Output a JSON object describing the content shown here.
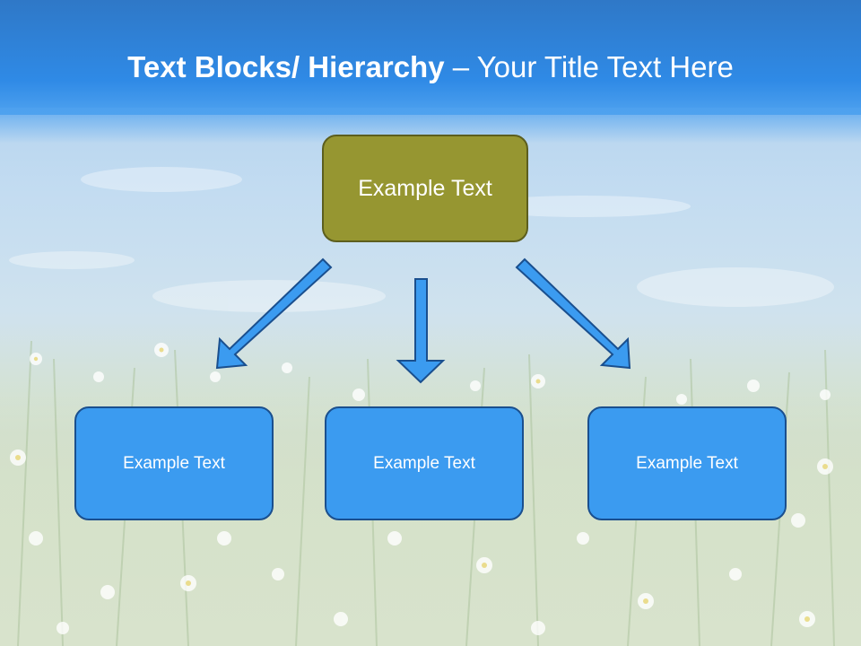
{
  "slide": {
    "title_bold": "Text Blocks/ Hierarchy",
    "title_separator": " – ",
    "title_regular": "Your Title Text Here"
  },
  "hierarchy": {
    "top": {
      "label": "Example Text"
    },
    "children": [
      {
        "label": "Example Text"
      },
      {
        "label": "Example Text"
      },
      {
        "label": "Example Text"
      }
    ]
  },
  "colors": {
    "header": "#2f8ae6",
    "top_box": "#969631",
    "child_box": "#3b9bf0",
    "arrow_fill": "#3b9bf0",
    "arrow_stroke": "#1a4f8e"
  }
}
